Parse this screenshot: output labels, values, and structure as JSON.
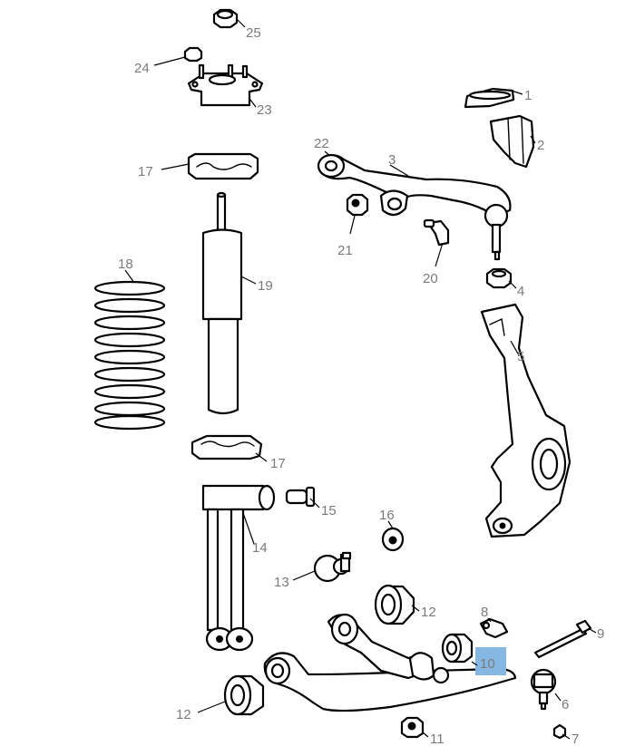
{
  "highlight": {
    "label": "10",
    "color": "#86b6e2"
  },
  "callouts": [
    "1",
    "2",
    "3",
    "4",
    "5",
    "6",
    "7",
    "8",
    "9",
    "10",
    "11",
    "12",
    "12",
    "13",
    "14",
    "15",
    "16",
    "17",
    "17",
    "18",
    "19",
    "20",
    "21",
    "22",
    "23",
    "24",
    "25"
  ],
  "colors": {
    "line": "#000000",
    "label": "#7a7a7a",
    "background": "#ffffff"
  }
}
